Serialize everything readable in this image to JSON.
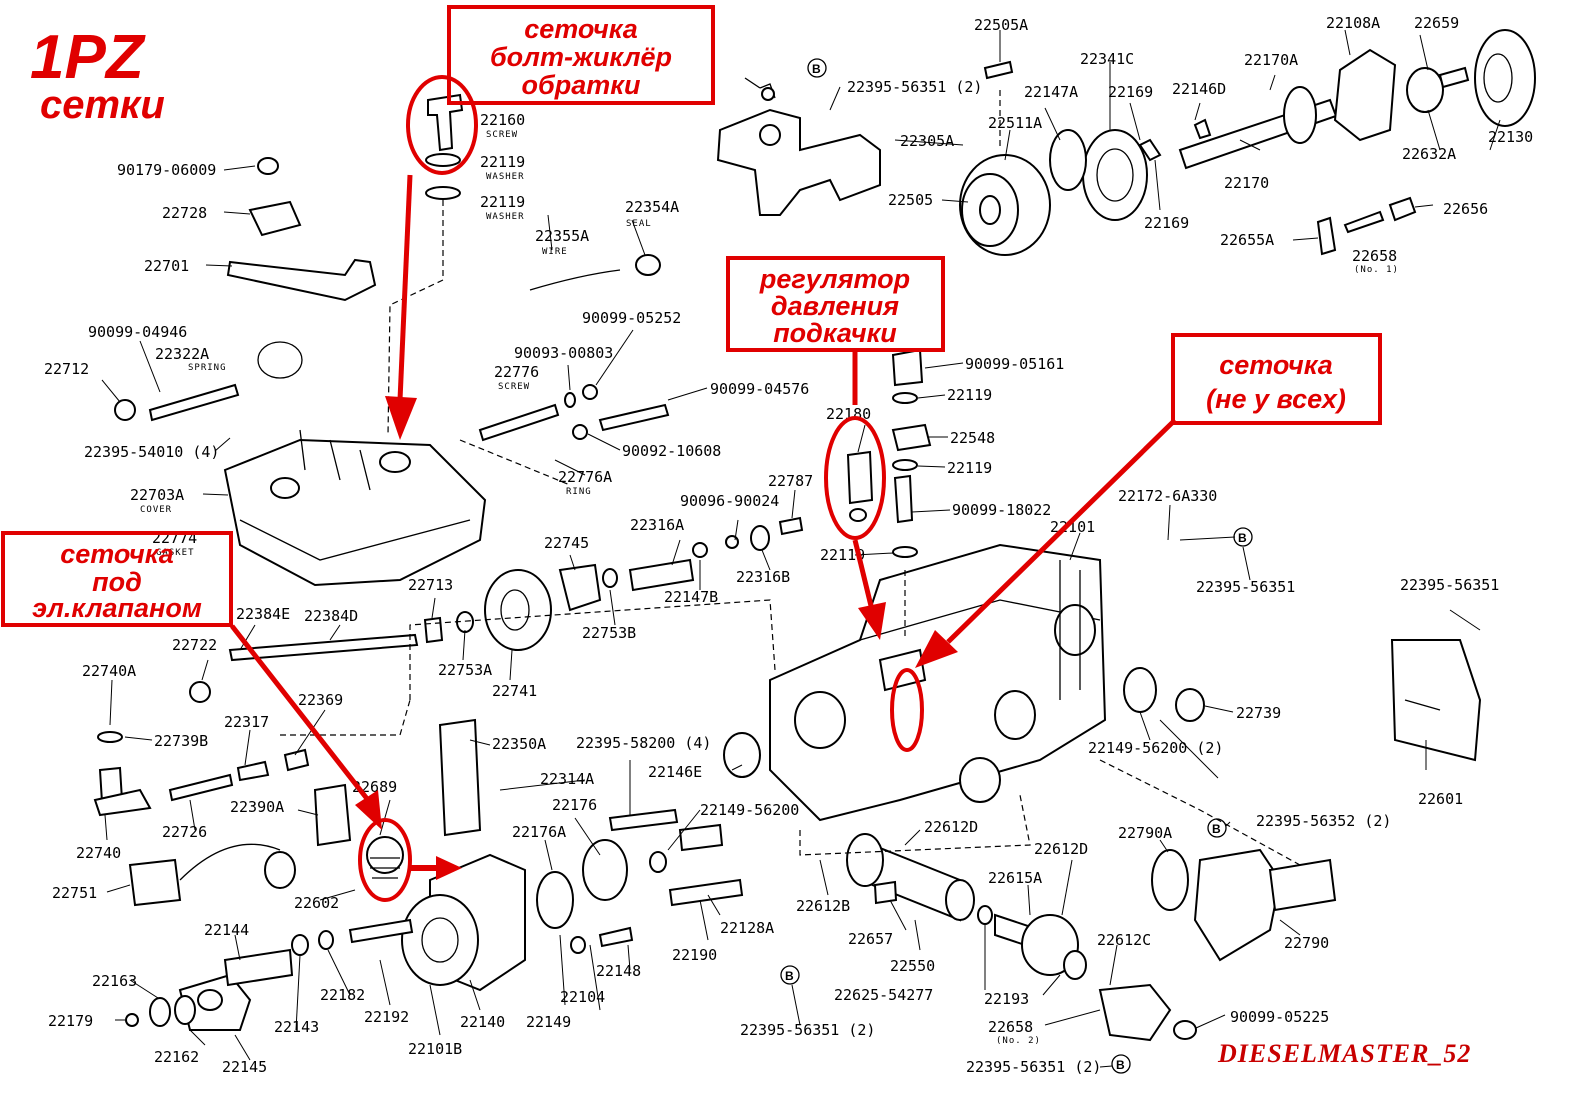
{
  "title": {
    "line1": "1PZ",
    "line2": "сетки"
  },
  "annotations": {
    "return_bolt": {
      "lines": [
        "сеточка",
        "болт-жиклёр",
        "обратки"
      ]
    },
    "pressure_regulator": {
      "lines": [
        "регулятор",
        "давления",
        "подкачки"
      ]
    },
    "not_all": {
      "lines": [
        "сеточка",
        "(не у всех)"
      ]
    },
    "under_valve": {
      "lines": [
        "сеточка",
        "под",
        "эл.клапаном"
      ]
    }
  },
  "watermark": "DIESELMASTER_52",
  "b_mark": "B",
  "colors": {
    "accent": "#e00000",
    "line": "#000000",
    "background": "#ffffff"
  },
  "parts": [
    {
      "id": "p0",
      "text": "22505A"
    },
    {
      "id": "p1",
      "text": "22108A"
    },
    {
      "id": "p2",
      "text": "22659"
    },
    {
      "id": "p3",
      "text": "22395-56351 (2)"
    },
    {
      "id": "p4",
      "text": "22341C"
    },
    {
      "id": "p5",
      "text": "22170A"
    },
    {
      "id": "p6",
      "text": "22147A"
    },
    {
      "id": "p7",
      "text": "22169"
    },
    {
      "id": "p8",
      "text": "22146D"
    },
    {
      "id": "p9",
      "text": "22511A"
    },
    {
      "id": "p10",
      "text": "22305A"
    },
    {
      "id": "p11",
      "text": "22632A"
    },
    {
      "id": "p12",
      "text": "22130"
    },
    {
      "id": "p13",
      "text": "22505"
    },
    {
      "id": "p14",
      "text": "22170"
    },
    {
      "id": "p15",
      "text": "22169"
    },
    {
      "id": "p16",
      "text": "22656"
    },
    {
      "id": "p17",
      "text": "22655A"
    },
    {
      "id": "p18",
      "text": "22658"
    },
    {
      "id": "p19",
      "text": "22160"
    },
    {
      "id": "p20",
      "text": "22119"
    },
    {
      "id": "p21",
      "text": "22119"
    },
    {
      "id": "p22",
      "text": "90179-06009"
    },
    {
      "id": "p23",
      "text": "22728"
    },
    {
      "id": "p24",
      "text": "22354A"
    },
    {
      "id": "p25",
      "text": "22355A"
    },
    {
      "id": "p26",
      "text": "22701"
    },
    {
      "id": "p27",
      "text": "90099-04946"
    },
    {
      "id": "p28",
      "text": "22322A"
    },
    {
      "id": "p29",
      "text": "90099-05252"
    },
    {
      "id": "p30",
      "text": "90093-00803"
    },
    {
      "id": "p31",
      "text": "22712"
    },
    {
      "id": "p32",
      "text": "22776"
    },
    {
      "id": "p33",
      "text": "90099-04576"
    },
    {
      "id": "p34",
      "text": "90092-10608"
    },
    {
      "id": "p35",
      "text": "22395-54010 (4)"
    },
    {
      "id": "p36",
      "text": "22776A"
    },
    {
      "id": "p37",
      "text": "22703A"
    },
    {
      "id": "p38",
      "text": "22774"
    },
    {
      "id": "p39",
      "text": "90099-05161"
    },
    {
      "id": "p40",
      "text": "22119"
    },
    {
      "id": "p41",
      "text": "22548"
    },
    {
      "id": "p42",
      "text": "22119"
    },
    {
      "id": "p43",
      "text": "90099-18022"
    },
    {
      "id": "p44",
      "text": "22180"
    },
    {
      "id": "p45",
      "text": "22787"
    },
    {
      "id": "p46",
      "text": "90096-90024"
    },
    {
      "id": "p47",
      "text": "22316A"
    },
    {
      "id": "p48",
      "text": "22745"
    },
    {
      "id": "p49",
      "text": "22316B"
    },
    {
      "id": "p50",
      "text": "22147B"
    },
    {
      "id": "p51",
      "text": "22119"
    },
    {
      "id": "p52",
      "text": "22101"
    },
    {
      "id": "p53",
      "text": "22172-6A330"
    },
    {
      "id": "p54",
      "text": "22395-56351"
    },
    {
      "id": "p55",
      "text": "22395-56351"
    },
    {
      "id": "p56",
      "text": "22713"
    },
    {
      "id": "p57",
      "text": "22753B"
    },
    {
      "id": "p58",
      "text": "22384E"
    },
    {
      "id": "p59",
      "text": "22384D"
    },
    {
      "id": "p60",
      "text": "22722"
    },
    {
      "id": "p61",
      "text": "22753A"
    },
    {
      "id": "p62",
      "text": "22741"
    },
    {
      "id": "p63",
      "text": "22740A"
    },
    {
      "id": "p64",
      "text": "22369"
    },
    {
      "id": "p65",
      "text": "22317"
    },
    {
      "id": "p66",
      "text": "22739B"
    },
    {
      "id": "p67",
      "text": "22350A"
    },
    {
      "id": "p68",
      "text": "22395-58200 (4)"
    },
    {
      "id": "p69",
      "text": "22146E"
    },
    {
      "id": "p70",
      "text": "22739"
    },
    {
      "id": "p71",
      "text": "22149-56200 (2)"
    },
    {
      "id": "p72",
      "text": "22601"
    },
    {
      "id": "p73",
      "text": "22314A"
    },
    {
      "id": "p74",
      "text": "22689"
    },
    {
      "id": "p75",
      "text": "22390A"
    },
    {
      "id": "p76",
      "text": "22176"
    },
    {
      "id": "p77",
      "text": "22149-56200"
    },
    {
      "id": "p78",
      "text": "22726"
    },
    {
      "id": "p79",
      "text": "22740"
    },
    {
      "id": "p80",
      "text": "22176A"
    },
    {
      "id": "p81",
      "text": "22612D"
    },
    {
      "id": "p82",
      "text": "22395-56352 (2)"
    },
    {
      "id": "p83",
      "text": "22790A"
    },
    {
      "id": "p84",
      "text": "22612D"
    },
    {
      "id": "p85",
      "text": "22751"
    },
    {
      "id": "p86",
      "text": "22602"
    },
    {
      "id": "p87",
      "text": "22128A"
    },
    {
      "id": "p88",
      "text": "22612B"
    },
    {
      "id": "p89",
      "text": "22615A"
    },
    {
      "id": "p90",
      "text": "22790"
    },
    {
      "id": "p91",
      "text": "22144"
    },
    {
      "id": "p92",
      "text": "22190"
    },
    {
      "id": "p93",
      "text": "22657"
    },
    {
      "id": "p94",
      "text": "22148"
    },
    {
      "id": "p95",
      "text": "22612C"
    },
    {
      "id": "p96",
      "text": "22163"
    },
    {
      "id": "p97",
      "text": "22550"
    },
    {
      "id": "p98",
      "text": "22182"
    },
    {
      "id": "p99",
      "text": "22104"
    },
    {
      "id": "p100",
      "text": "22625-54277"
    },
    {
      "id": "p101",
      "text": "22193"
    },
    {
      "id": "p102",
      "text": "22179"
    },
    {
      "id": "p103",
      "text": "22192"
    },
    {
      "id": "p104",
      "text": "22140"
    },
    {
      "id": "p105",
      "text": "22149"
    },
    {
      "id": "p106",
      "text": "22143"
    },
    {
      "id": "p107",
      "text": "90099-05225"
    },
    {
      "id": "p108",
      "text": "22658"
    },
    {
      "id": "p109",
      "text": "22395-56351 (2)"
    },
    {
      "id": "p110",
      "text": "22101B"
    },
    {
      "id": "p111",
      "text": "22162"
    },
    {
      "id": "p112",
      "text": "22145"
    },
    {
      "id": "p113",
      "text": "22395-56351 (2)"
    }
  ],
  "sublabels": [
    {
      "id": "s0",
      "text": "SCREW"
    },
    {
      "id": "s1",
      "text": "WASHER"
    },
    {
      "id": "s2",
      "text": "WASHER"
    },
    {
      "id": "s3",
      "text": "SEAL"
    },
    {
      "id": "s4",
      "text": "WIRE"
    },
    {
      "id": "s5",
      "text": "SPRING"
    },
    {
      "id": "s6",
      "text": "SCREW"
    },
    {
      "id": "s7",
      "text": "RING"
    },
    {
      "id": "s8",
      "text": "COVER"
    },
    {
      "id": "s9",
      "text": "GASKET"
    },
    {
      "id": "s10",
      "text": "(No. 1)"
    },
    {
      "id": "s11",
      "text": "(No. 2)"
    }
  ]
}
